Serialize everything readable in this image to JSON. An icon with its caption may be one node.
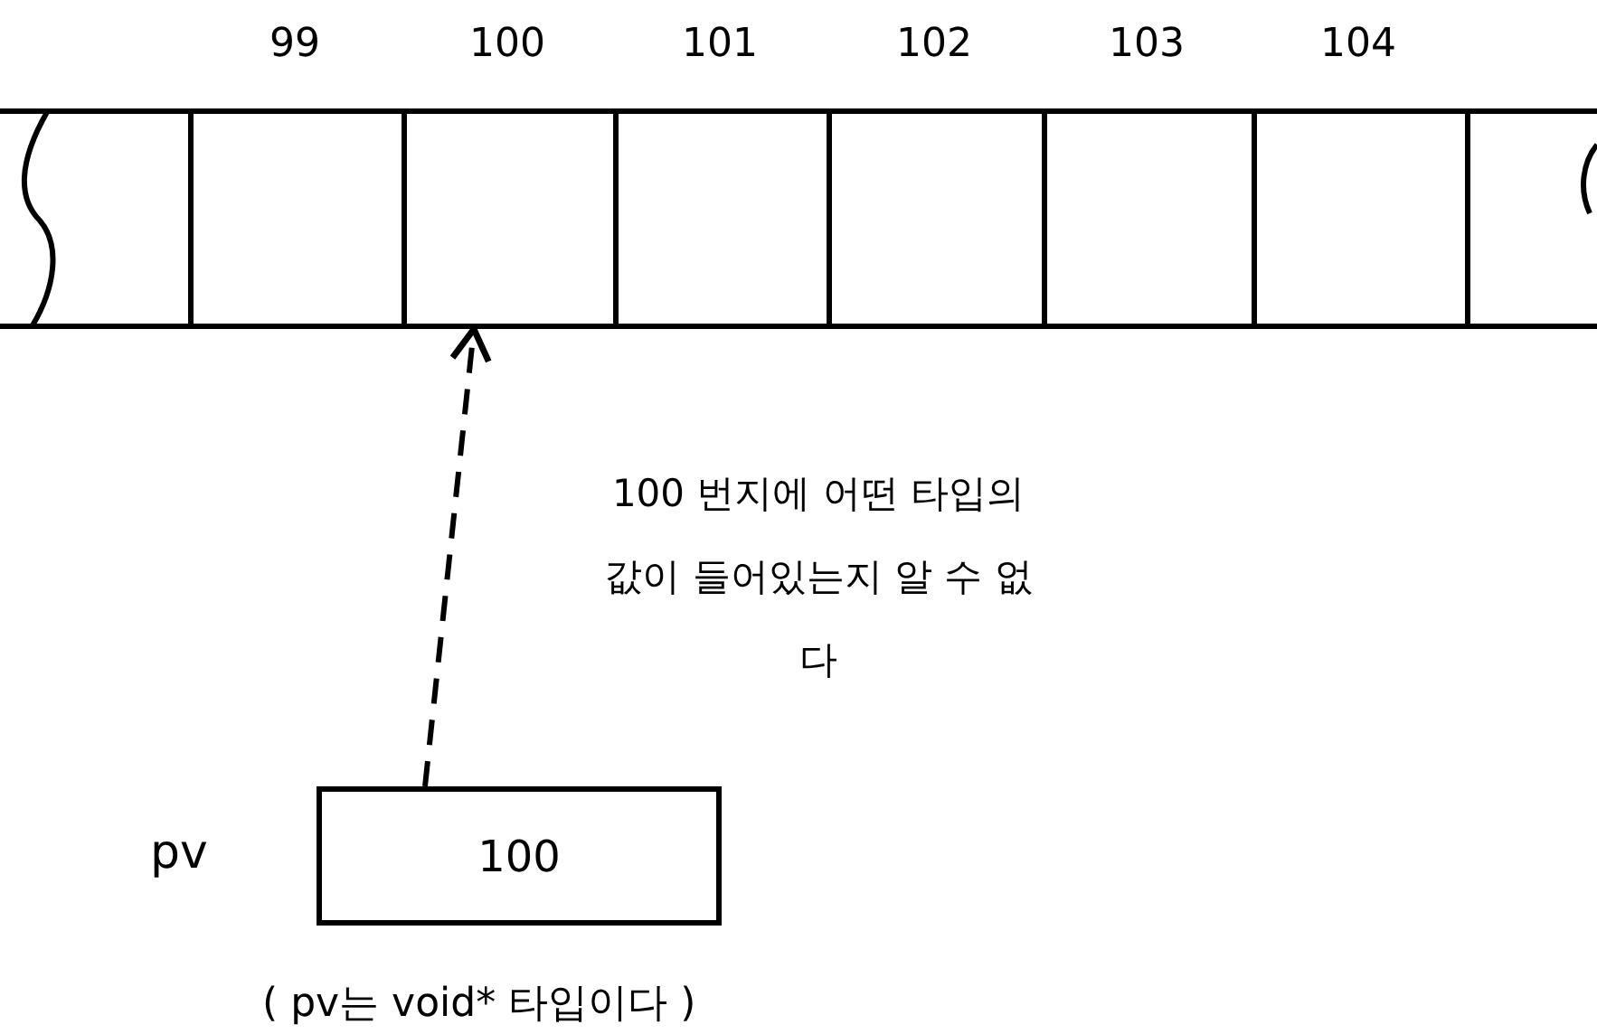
{
  "diagram": {
    "nodes": [
      {
        "text": [],
        "shape": "box"
      },
      {
        "text": [],
        "shape": "box",
        "beside": [
          "99"
        ]
      },
      {
        "text": [],
        "shape": "box",
        "beside": [
          "100"
        ]
      },
      {
        "text": [],
        "shape": "box",
        "beside": [
          "101"
        ]
      },
      {
        "text": [],
        "shape": "box",
        "beside": [
          "102"
        ]
      },
      {
        "text": [],
        "shape": "box",
        "beside": [
          "103"
        ]
      },
      {
        "text": [],
        "shape": "box",
        "beside": [
          "104"
        ]
      },
      {
        "text": [],
        "shape": "box"
      },
      {
        "text": [
          "100"
        ],
        "beside": [
          "pv",
          "( pv는 void* 타입이다 )"
        ]
      }
    ],
    "edges": [
      {
        "from": 8,
        "to": 2,
        "arrow": "to",
        "style": "dashed",
        "label": "100 번지에 어떤 타입의 값이 들어있는지 알 수 없다"
      }
    ]
  }
}
